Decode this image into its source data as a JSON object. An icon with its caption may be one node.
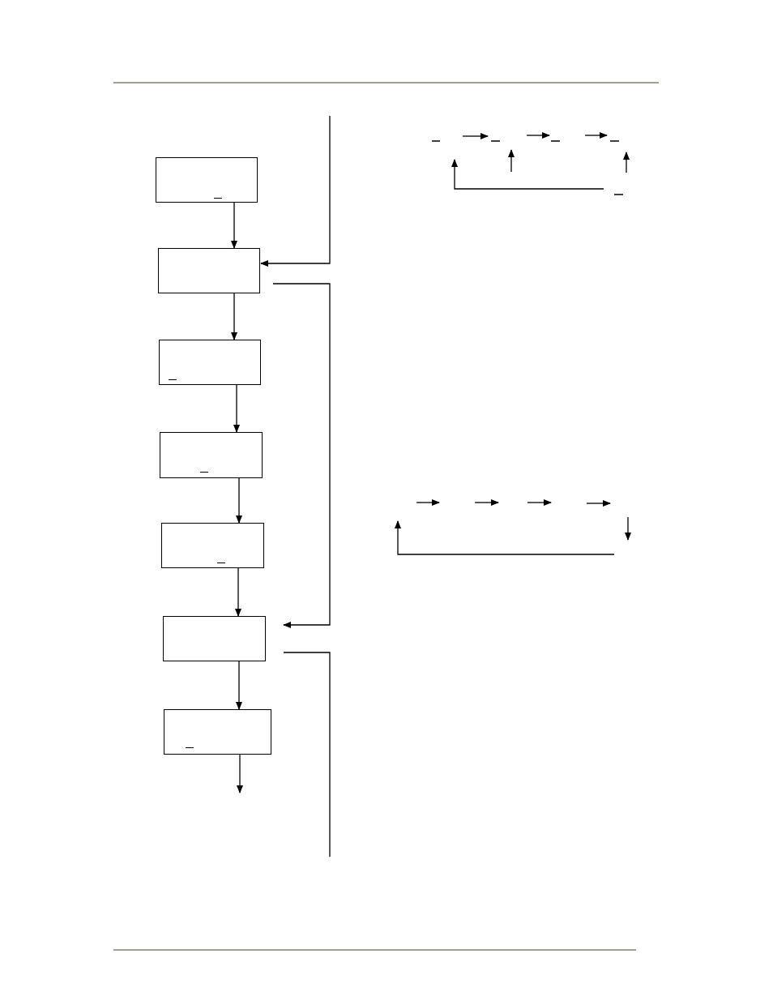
{
  "diagram": {
    "nodes": [
      {
        "text": [],
        "shape": "box"
      },
      {
        "text": [],
        "shape": "box"
      },
      {
        "text": [],
        "shape": "box"
      },
      {
        "text": [],
        "shape": "box"
      },
      {
        "text": [],
        "shape": "box"
      },
      {
        "text": [],
        "shape": "box"
      },
      {
        "text": [],
        "shape": "box"
      }
    ],
    "edges": [
      {
        "from": 0,
        "to": 1,
        "arrow": "to"
      },
      {
        "from": 1,
        "to": 2,
        "arrow": "to"
      },
      {
        "from": 2,
        "to": 3,
        "arrow": "to"
      },
      {
        "from": 3,
        "to": 4,
        "arrow": "to"
      },
      {
        "from": 4,
        "to": 5,
        "arrow": "to"
      },
      {
        "from": 5,
        "to": 6,
        "arrow": "to"
      },
      {
        "from": 6,
        "to": null,
        "arrow": "to"
      },
      {
        "from": null,
        "to": 1,
        "arrow": "to"
      },
      {
        "from": 1,
        "to": 5,
        "arrow": "to"
      },
      {
        "from": 5,
        "to": null,
        "arrow": "none"
      }
    ]
  }
}
